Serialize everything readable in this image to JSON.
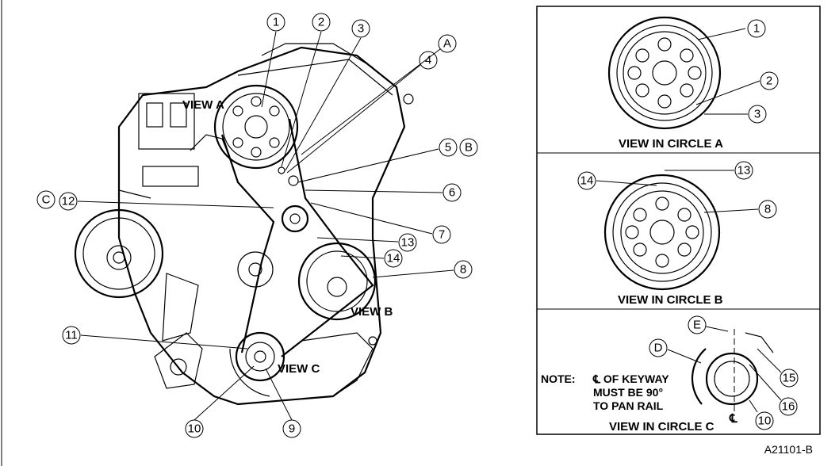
{
  "main": {
    "view_a": "VIEW A",
    "view_b": "VIEW B",
    "view_c": "VIEW C",
    "callouts": {
      "n1": "1",
      "n2": "2",
      "n3": "3",
      "n4": "4",
      "n5": "5",
      "n6": "6",
      "n7": "7",
      "n8": "8",
      "n9": "9",
      "n10": "10",
      "n11": "11",
      "n12": "12",
      "n13": "13",
      "n14": "14",
      "a": "A",
      "b": "B",
      "c": "C"
    }
  },
  "panel_a": {
    "caption": "VIEW IN CIRCLE A",
    "callouts": {
      "n1": "1",
      "n2": "2",
      "n3": "3"
    }
  },
  "panel_b": {
    "caption": "VIEW IN CIRCLE B",
    "callouts": {
      "n13": "13",
      "n14": "14",
      "n8": "8"
    }
  },
  "panel_c": {
    "caption": "VIEW IN CIRCLE C",
    "note_label": "NOTE:",
    "note_line1": "℄ OF KEYWAY",
    "note_line2": "MUST BE 90°",
    "note_line3": "TO PAN RAIL",
    "centerline_symbol": "℄",
    "callouts": {
      "e": "E",
      "d": "D",
      "n15": "15",
      "n16": "16",
      "n10": "10"
    }
  },
  "figure_id": "A21101-B"
}
